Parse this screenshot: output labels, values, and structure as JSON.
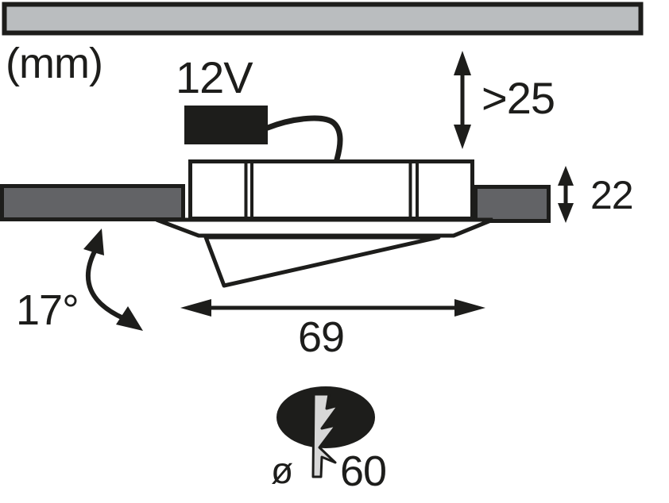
{
  "diagram": {
    "unit_label": "(mm)",
    "voltage_label": "12V",
    "dimensions": {
      "min_recess_depth": ">25",
      "panel_thickness": "22",
      "tilt_angle": "17°",
      "fixture_width": "69",
      "diameter_symbol": "ø",
      "cutout_diameter": "60"
    },
    "colors": {
      "line": "#1d1d1b",
      "ceiling_fill": "#babdbf",
      "panel_fill": "#626366",
      "lamp_fill": "#ffffff",
      "bolt_fill": "#d7d7d7"
    }
  }
}
